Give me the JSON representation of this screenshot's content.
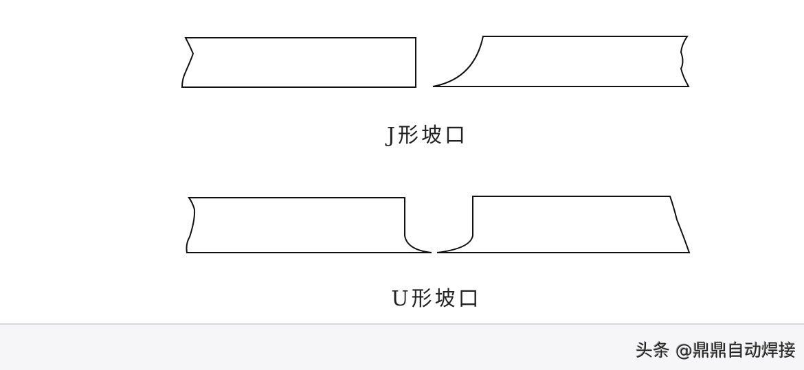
{
  "diagram": {
    "j_groove_label": "J形坡口",
    "u_groove_label": "U形坡口"
  },
  "footer": {
    "watermark": "头条 @鼎鼎自动焊接"
  }
}
